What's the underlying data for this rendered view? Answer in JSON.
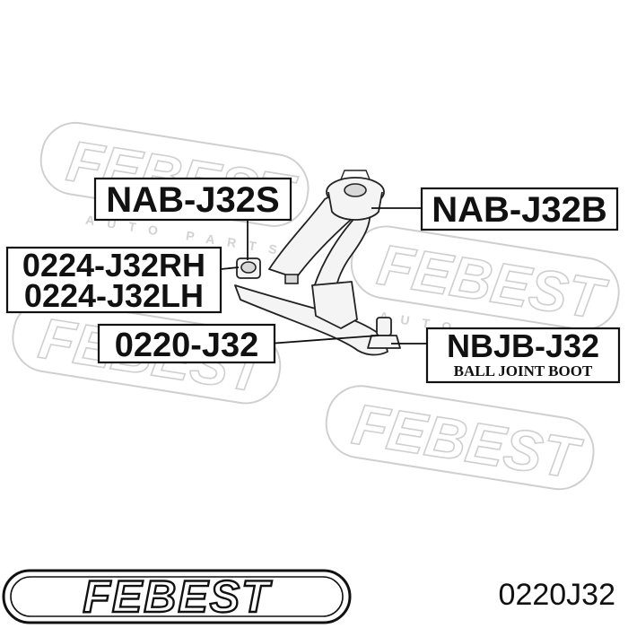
{
  "labels": {
    "nab_j32s": "NAB-J32S",
    "nab_j32b": "NAB-J32B",
    "bushing_rh": "0224-J32RH",
    "bushing_lh": "0224-J32LH",
    "arm": "0220-J32",
    "ball_joint_boot": "NBJB-J32",
    "ball_joint_boot_caption": "BALL JOINT BOOT"
  },
  "logo": {
    "text": "FEBEST"
  },
  "watermark": {
    "brand": "FEBEST",
    "tagline": "AUTO PARTS"
  },
  "part_code": "0220J32"
}
